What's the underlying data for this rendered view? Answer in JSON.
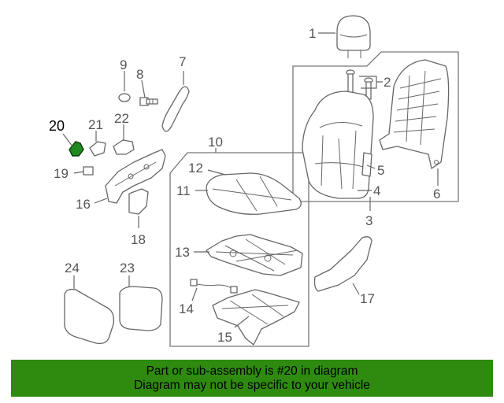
{
  "diagram": {
    "labels": {
      "p1": "1",
      "p2": "2",
      "p3": "3",
      "p4": "4",
      "p5": "5",
      "p6": "6",
      "p7": "7",
      "p8": "8",
      "p9": "9",
      "p10": "10",
      "p11": "11",
      "p12": "12",
      "p13": "13",
      "p14": "14",
      "p15": "15",
      "p16": "16",
      "p17": "17",
      "p18": "18",
      "p19": "19",
      "p20": "20",
      "p21": "21",
      "p22": "22",
      "p23": "23",
      "p24": "24"
    },
    "highlight_color": "#1f8a1f"
  },
  "banner": {
    "line1": "Part or sub-assembly is #20 in diagram",
    "line2": "Diagram may not be specific to your vehicle",
    "background": "#2e8b10"
  }
}
